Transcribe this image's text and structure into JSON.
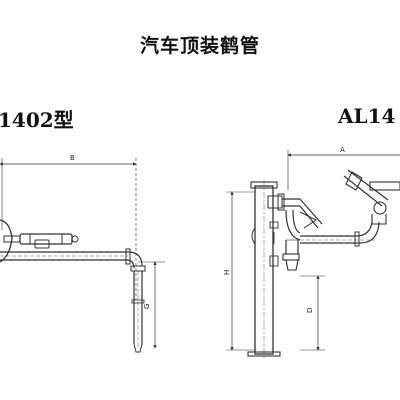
{
  "title": "汽车顶装鹤管",
  "models": {
    "left_label": "1402型",
    "right_label": "AL14"
  },
  "dimensions": {
    "left": {
      "b": "B",
      "g": "G"
    },
    "right": {
      "a": "A",
      "h": "H",
      "d": "D"
    }
  }
}
